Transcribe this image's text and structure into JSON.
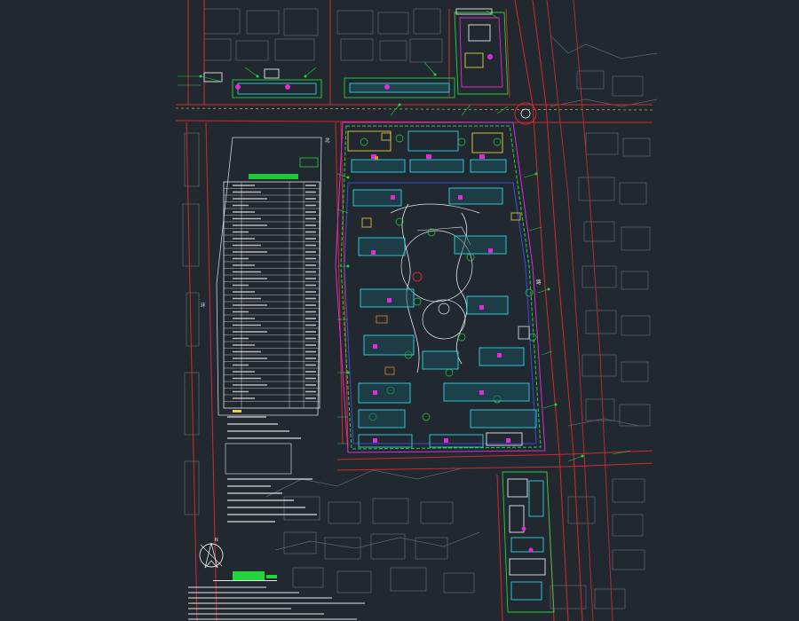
{
  "drawing": {
    "background": "#212830",
    "palette": {
      "road_red": "#d42a2a",
      "green": "#22d43a",
      "cyan": "#27d6e6",
      "magenta": "#e02bd8",
      "yellow": "#e6d23a",
      "white": "#e8e8e8",
      "orange": "#e08a2a",
      "grey": "#5e6670"
    },
    "north_arrow_label": "N",
    "street_label_north": "北",
    "street_label_east": "路",
    "street_label_west": "环"
  }
}
